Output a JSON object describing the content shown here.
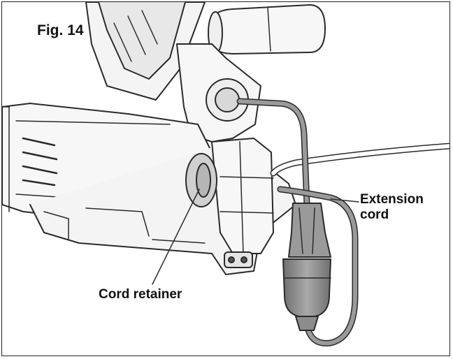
{
  "figure": {
    "title": "Fig. 14",
    "labels": {
      "extension_cord_line1": "Extension",
      "extension_cord_line2": "cord",
      "cord_retainer": "Cord retainer"
    }
  },
  "colors": {
    "outline": "#2a2a2a",
    "body_fill": "#f7f7f7",
    "shadow_fill": "#d9d9d9",
    "cord_fill": "#9a9a9a",
    "plug_fill": "#8c8c8c"
  }
}
